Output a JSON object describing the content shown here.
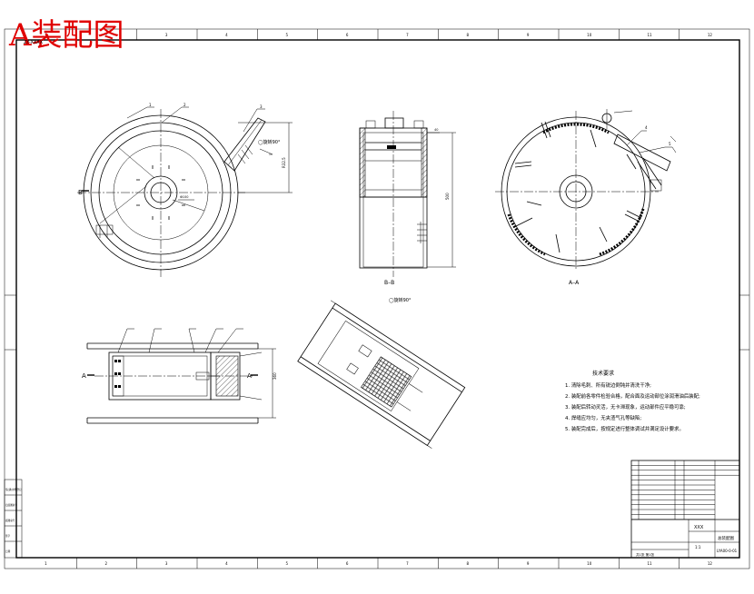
{
  "header": {
    "stamp_title": "A装配图",
    "corner_code": "ZY-XXXX",
    "title_color": "#e00000"
  },
  "border": {
    "top_zones": [
      "1",
      "2",
      "3",
      "4",
      "5",
      "6",
      "7",
      "8",
      "9",
      "10",
      "11",
      "12"
    ],
    "bottom_zones": [
      "1",
      "2",
      "3",
      "4",
      "5",
      "6",
      "7",
      "8",
      "9",
      "10",
      "11",
      "12"
    ]
  },
  "views": {
    "section_bb_label": "B–B",
    "section_aa_label": "A–A",
    "rotated_view_label": "◯旋转90°",
    "cut_marker_b": "B",
    "cut_marker_a_left": "A",
    "cut_marker_a_right": "A",
    "rotation_note": "◯旋转90°"
  },
  "tech_requirements": {
    "heading": "技术要求",
    "items": [
      "1. 清除毛刺、所有锐边倒钝并清洗干净;",
      "2. 装配前各零件检验合格，配合面及运动部位涂润滑油后装配;",
      "3. 装配后转动灵活，无卡滞现象，运动部件应平稳可靠;",
      "4. 焊缝应均匀，无夹渣气孔等缺陷;",
      "5. 装配完成后，按规定进行整体调试并满足设计要求。"
    ]
  },
  "title_block": {
    "drawing_name": "总装配图",
    "company": "XXX",
    "drawing_no": "LYA00-0-01",
    "scale_label": "1:1",
    "sheet_info": "共1张 第1张"
  },
  "side_panel": {
    "rows": [
      "借(通)用件登记",
      "旧底图总号",
      "底图总号",
      "签字",
      "日期"
    ]
  }
}
